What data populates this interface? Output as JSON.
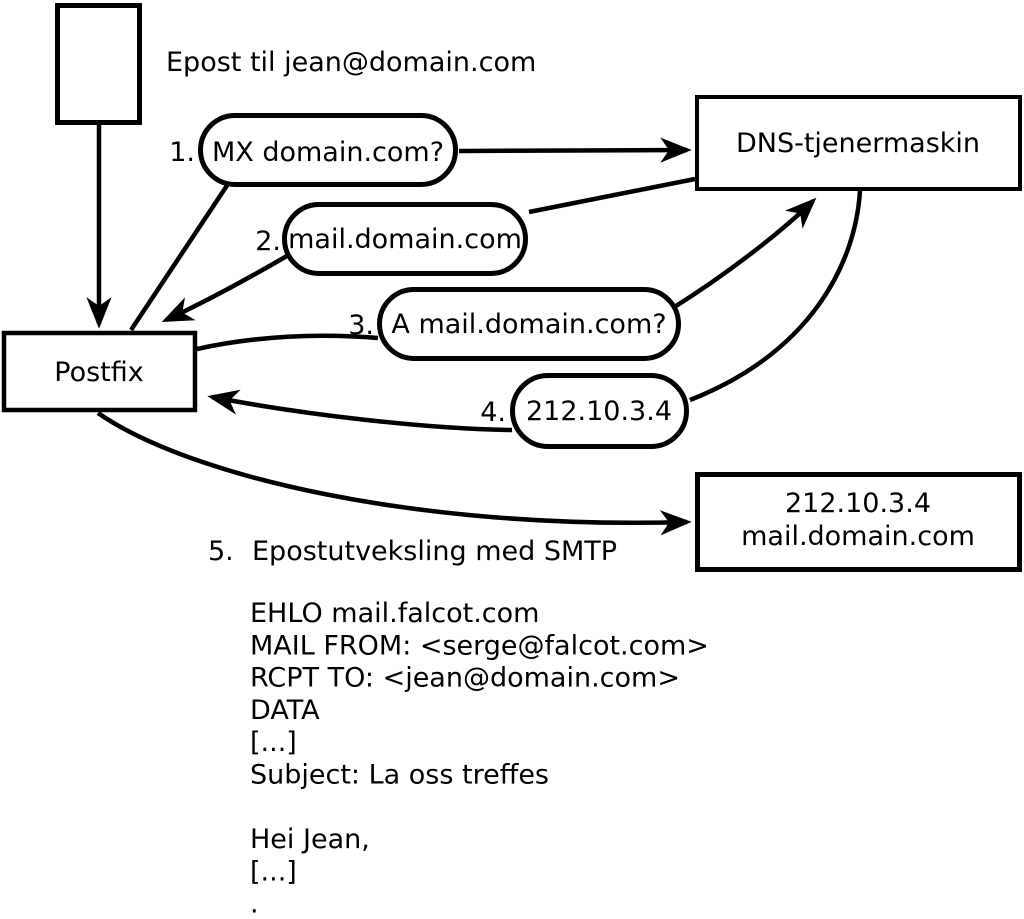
{
  "diagram": {
    "title": "Epost til jean@domain.com",
    "colors": {
      "line": "#000000",
      "background": "#ffffff"
    },
    "nodes": {
      "postfix": "Postfix",
      "dns_server": "DNS-tjenermaskin",
      "mail_server": {
        "line1": "212.10.3.4",
        "line2": "mail.domain.com"
      }
    },
    "steps": [
      {
        "num": "1.",
        "label": "MX domain.com?"
      },
      {
        "num": "2.",
        "label": "mail.domain.com"
      },
      {
        "num": "3.",
        "label": "A mail.domain.com?"
      },
      {
        "num": "4.",
        "label": "212.10.3.4"
      },
      {
        "num": "5.",
        "label": "Epostutveksling med SMTP"
      }
    ],
    "smtp_session": {
      "lines": [
        "EHLO mail.falcot.com",
        "MAIL FROM: <serge@falcot.com>",
        "RCPT TO: <jean@domain.com>",
        "DATA",
        "[...]",
        "Subject: La oss treffes",
        "",
        "Hei Jean,",
        "[...]",
        "."
      ]
    }
  }
}
